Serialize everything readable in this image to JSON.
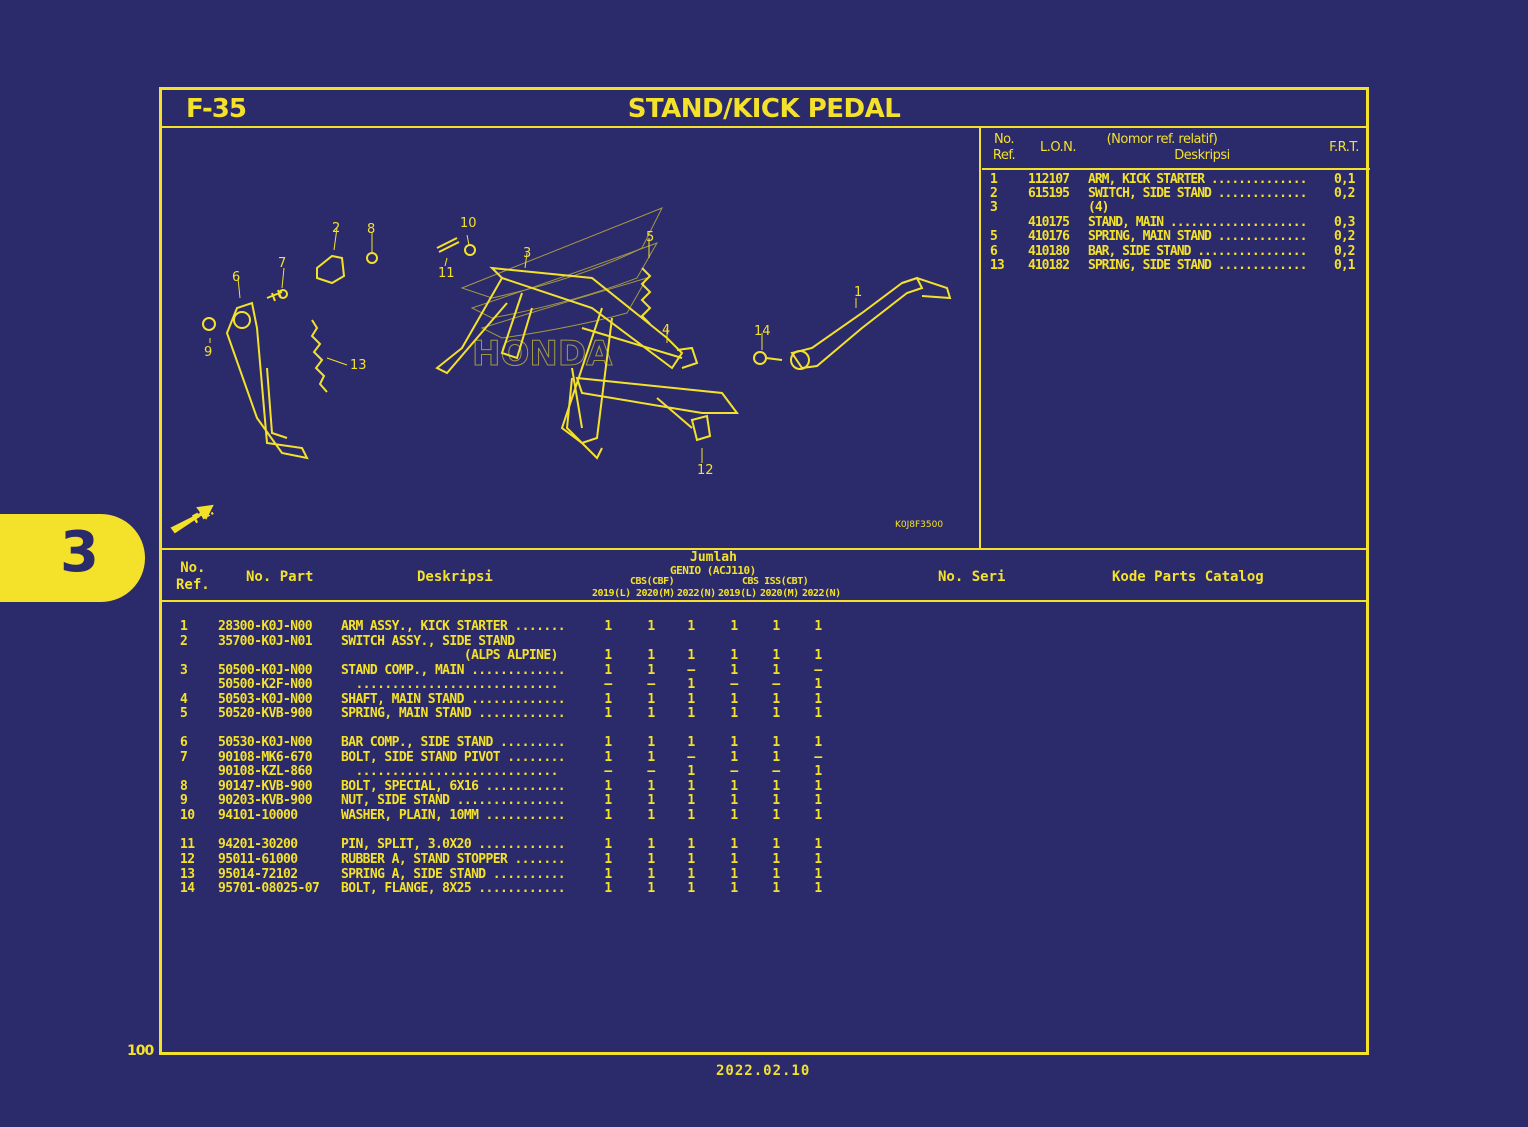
{
  "figure": {
    "code": "F-35",
    "title": "STAND/KICK PEDAL",
    "diagram_code": "K0J8F3500",
    "fr_label": "FR.",
    "watermark": "HONDA",
    "callouts": [
      "1",
      "2",
      "3",
      "4",
      "5",
      "6",
      "7",
      "8",
      "9",
      "10",
      "11",
      "12",
      "13",
      "14"
    ]
  },
  "frt_table": {
    "headers": {
      "ref": "No.\nRef.",
      "lon": "L.O.N.",
      "nomor": "(Nomor ref. relatif)",
      "desc": "Deskripsi",
      "frt": "F.R.T."
    },
    "rows": [
      {
        "ref": "1",
        "lon": "112107",
        "desc": "ARM, KICK STARTER ..............",
        "frt": "0,1"
      },
      {
        "ref": "2",
        "lon": "615195",
        "desc": "SWITCH, SIDE STAND .............",
        "frt": "0,2"
      },
      {
        "ref": "3",
        "lon": "",
        "desc": "(4)",
        "frt": ""
      },
      {
        "ref": "",
        "lon": "410175",
        "desc": "STAND, MAIN ....................",
        "frt": "0,3"
      },
      {
        "ref": "5",
        "lon": "410176",
        "desc": "SPRING, MAIN STAND .............",
        "frt": "0,2"
      },
      {
        "ref": "6",
        "lon": "410180",
        "desc": "BAR, SIDE STAND ................",
        "frt": "0,2"
      },
      {
        "ref": "13",
        "lon": "410182",
        "desc": "SPRING, SIDE STAND .............",
        "frt": "0,1"
      }
    ]
  },
  "parts_table": {
    "headers": {
      "ref": "No.\nRef.",
      "part": "No. Part",
      "desc": "Deskripsi",
      "jumlah": "Jumlah",
      "model": "GENIO (ACJ110)",
      "group1": "CBS(CBF)",
      "group2": "CBS ISS(CBT)",
      "years": [
        "2019(L)",
        "2020(M)",
        "2022(N)",
        "2019(L)",
        "2020(M)",
        "2022(N)"
      ],
      "serial": "No. Seri",
      "catalog": "Kode Parts Catalog"
    },
    "rows": [
      {
        "ref": "1",
        "part": "28300-K0J-N00",
        "desc": "ARM ASSY., KICK STARTER .......",
        "q": [
          "1",
          "1",
          "1",
          "1",
          "1",
          "1"
        ]
      },
      {
        "ref": "2",
        "part": "35700-K0J-N01",
        "desc": "SWITCH ASSY., SIDE STAND",
        "q": [
          "",
          "",
          "",
          "",
          "",
          ""
        ]
      },
      {
        "ref": "",
        "part": "",
        "desc": "                 (ALPS ALPINE)",
        "q": [
          "1",
          "1",
          "1",
          "1",
          "1",
          "1"
        ]
      },
      {
        "ref": "3",
        "part": "50500-K0J-N00",
        "desc": "STAND COMP., MAIN .............",
        "q": [
          "1",
          "1",
          "–",
          "1",
          "1",
          "–"
        ]
      },
      {
        "ref": "",
        "part": "50500-K2F-N00",
        "desc": "  ............................",
        "q": [
          "–",
          "–",
          "1",
          "–",
          "–",
          "1"
        ]
      },
      {
        "ref": "4",
        "part": "50503-K0J-N00",
        "desc": "SHAFT, MAIN STAND .............",
        "q": [
          "1",
          "1",
          "1",
          "1",
          "1",
          "1"
        ]
      },
      {
        "ref": "5",
        "part": "50520-KVB-900",
        "desc": "SPRING, MAIN STAND ............",
        "q": [
          "1",
          "1",
          "1",
          "1",
          "1",
          "1"
        ]
      },
      {
        "ref": "6",
        "part": "50530-K0J-N00",
        "desc": "BAR COMP., SIDE STAND .........",
        "q": [
          "1",
          "1",
          "1",
          "1",
          "1",
          "1"
        ]
      },
      {
        "ref": "7",
        "part": "90108-MK6-670",
        "desc": "BOLT, SIDE STAND PIVOT ........",
        "q": [
          "1",
          "1",
          "–",
          "1",
          "1",
          "–"
        ]
      },
      {
        "ref": "",
        "part": "90108-KZL-860",
        "desc": "  ............................",
        "q": [
          "–",
          "–",
          "1",
          "–",
          "–",
          "1"
        ]
      },
      {
        "ref": "8",
        "part": "90147-KVB-900",
        "desc": "BOLT, SPECIAL, 6X16 ...........",
        "q": [
          "1",
          "1",
          "1",
          "1",
          "1",
          "1"
        ]
      },
      {
        "ref": "9",
        "part": "90203-KVB-900",
        "desc": "NUT, SIDE STAND ...............",
        "q": [
          "1",
          "1",
          "1",
          "1",
          "1",
          "1"
        ]
      },
      {
        "ref": "10",
        "part": "94101-10000",
        "desc": "WASHER, PLAIN, 10MM ...........",
        "q": [
          "1",
          "1",
          "1",
          "1",
          "1",
          "1"
        ]
      },
      {
        "ref": "11",
        "part": "94201-30200",
        "desc": "PIN, SPLIT, 3.0X20 ............",
        "q": [
          "1",
          "1",
          "1",
          "1",
          "1",
          "1"
        ]
      },
      {
        "ref": "12",
        "part": "95011-61000",
        "desc": "RUBBER A, STAND STOPPER .......",
        "q": [
          "1",
          "1",
          "1",
          "1",
          "1",
          "1"
        ]
      },
      {
        "ref": "13",
        "part": "95014-72102",
        "desc": "SPRING A, SIDE STAND ..........",
        "q": [
          "1",
          "1",
          "1",
          "1",
          "1",
          "1"
        ]
      },
      {
        "ref": "14",
        "part": "95701-08025-07",
        "desc": "BOLT, FLANGE, 8X25 ............",
        "q": [
          "1",
          "1",
          "1",
          "1",
          "1",
          "1"
        ]
      }
    ]
  },
  "section_tab": "3",
  "page_number": "100",
  "date": "2022.02.10",
  "colors": {
    "background": "#2b2a6b",
    "accent": "#f4e22a"
  }
}
